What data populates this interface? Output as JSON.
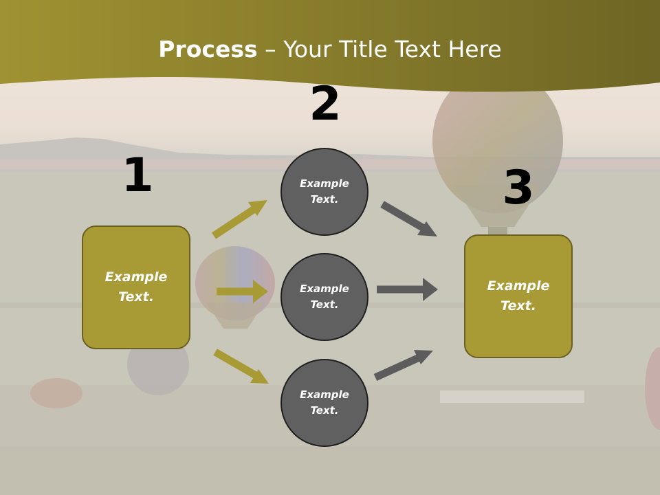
{
  "slide": {
    "title_bold": "Process",
    "title_rest": " – Your Title Text Here"
  },
  "steps": [
    {
      "number": "1",
      "text": "Example Text."
    },
    {
      "number": "2",
      "text": "Example Text."
    },
    {
      "number": "3",
      "text": "Example Text."
    }
  ],
  "circles": [
    {
      "text": "Example Text."
    },
    {
      "text": "Example Text."
    },
    {
      "text": "Example Text."
    }
  ],
  "colors": {
    "accent": "#a89a35",
    "accent_border": "#6b5f22",
    "circle": "#606060",
    "arrow_gold": "#a89a35",
    "arrow_gray": "#5c5c5c"
  }
}
